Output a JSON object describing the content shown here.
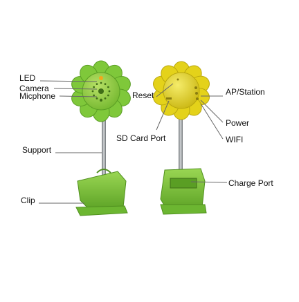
{
  "labels": {
    "led": "LED",
    "camera": "Camera",
    "micphone": "Micphone",
    "support": "Support",
    "clip": "Clip",
    "reset": "Reset",
    "sd_card_port": "SD Card Port",
    "ap_station": "AP/Station",
    "power": "Power",
    "wifi": "WIFI",
    "charge_port": "Charge Port"
  },
  "colors": {
    "petal": "#e4d21a",
    "petal_edge": "#b9a70f",
    "body_green": "#7fc83a",
    "body_green_dark": "#5a9e24",
    "face": "#9fd24a",
    "stem": "#9aa0a4",
    "leader_line": "#666666"
  }
}
